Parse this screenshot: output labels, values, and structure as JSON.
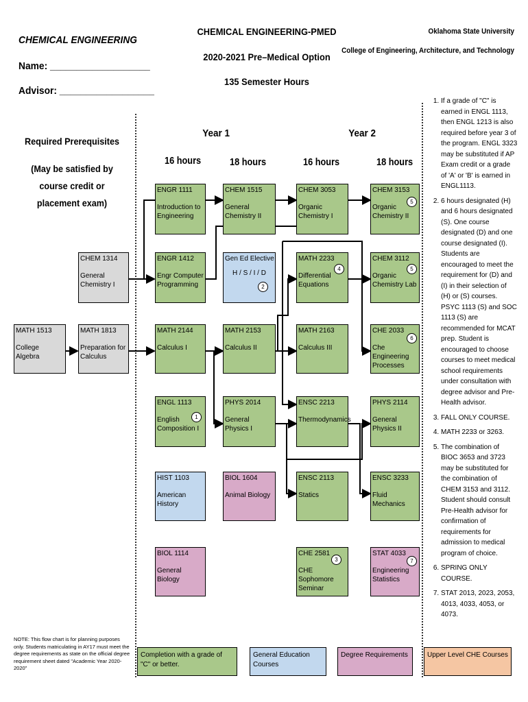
{
  "header": {
    "left_title": "CHEMICAL ENGINEERING",
    "name_label": "Name: ___________________",
    "advisor_label": "Advisor: __________________",
    "center_lines": [
      "CHEMICAL ENGINEERING-PMED",
      "2020-2021 Pre–Medical Option",
      "135 Semester Hours"
    ],
    "university": "Oklahoma State University",
    "college": "College of Engineering, Architecture, and Technology"
  },
  "prereq": {
    "title": "Required Prerequisites",
    "subtitle": "(May be satisfied by course credit or placement exam)"
  },
  "years": {
    "y1": "Year 1",
    "y2": "Year 2"
  },
  "hours": [
    "16 hours",
    "18 hours",
    "16 hours",
    "18 hours"
  ],
  "courses": {
    "math1513": {
      "code": "MATH 1513",
      "title": "College Algebra"
    },
    "chem1314": {
      "code": "CHEM 1314",
      "title": "General\nChemistry I"
    },
    "math1813": {
      "code": "MATH 1813",
      "title": "Preparation for\nCalculus"
    },
    "engr1111": {
      "code": "ENGR 1111",
      "title": "Introduction to\nEngineering"
    },
    "engr1412": {
      "code": "ENGR 1412",
      "title": "Engr Computer\nProgramming"
    },
    "math2144": {
      "code": "MATH 2144",
      "title": "Calculus I"
    },
    "engl1113": {
      "code": "ENGL 1113",
      "title": "English\nComposition I"
    },
    "hist1103": {
      "code": "HIST 1103",
      "title": "American History"
    },
    "biol1114": {
      "code": "BIOL 1114",
      "title": "General Biology"
    },
    "chem1515": {
      "code": "CHEM 1515",
      "title": "General\nChemistry II"
    },
    "gened": {
      "code": "Gen Ed Elective",
      "title": "H / S / I / D"
    },
    "math2153": {
      "code": "MATH 2153",
      "title": "Calculus II"
    },
    "phys2014": {
      "code": "PHYS 2014",
      "title": "General Physics I"
    },
    "biol1604": {
      "code": "BIOL 1604",
      "title": "Animal Biology"
    },
    "chem3053": {
      "code": "CHEM 3053",
      "title": "Organic\nChemistry I"
    },
    "math2233": {
      "code": "MATH 2233",
      "title": "Differential\nEquations"
    },
    "math2163": {
      "code": "MATH 2163",
      "title": "Calculus III"
    },
    "ensc2213": {
      "code": "ENSC 2213",
      "title": "Thermodynamics"
    },
    "ensc2113": {
      "code": "ENSC 2113",
      "title": "Statics"
    },
    "che2581": {
      "code": "CHE 2581",
      "title": "CHE Sophomore\nSeminar"
    },
    "chem3153": {
      "code": "CHEM 3153",
      "title": "Organic\nChemistry II"
    },
    "chem3112": {
      "code": "CHEM 3112",
      "title": "Organic\nChemistry Lab"
    },
    "che2033": {
      "code": "CHE 2033",
      "title": "Che Engineering\nProcesses"
    },
    "phys2114": {
      "code": "PHYS 2114",
      "title": "General\nPhysics II"
    },
    "ensc3233": {
      "code": "ENSC 3233",
      "title": "Fluid Mechanics"
    },
    "stat4033": {
      "code": "STAT 4033",
      "title": "Engineering\nStatistics"
    }
  },
  "badges": {
    "engl1113": "1",
    "gened": "2",
    "che2581": "3",
    "math2233": "4",
    "chem3153": "5",
    "chem3112": "5",
    "che2033": "6",
    "stat4033": "7"
  },
  "notes": [
    "If a grade of \"C\" is earned in ENGL 1113, then ENGL 1213 is also required before year 3 of the program.  ENGL 3323 may be substituted if AP Exam credit or a grade of  'A' or 'B' is earned in ENGL1113.",
    "6 hours designated (H) and 6 hours designated (S).  One course designated (D) and one course designated (I).  Students are encouraged to meet the requirement for (D) and (I) in their selection of (H) or (S) courses. PSYC 1113 (S) and SOC 1113 (S) are recommended for MCAT prep.  Student is encouraged to choose courses to meet medical school requirements under consultation with degree advisor and Pre-Health advisor.",
    "FALL ONLY COURSE.",
    "MATH 2233 or 3263.",
    "The combination of BIOC 3653 and 3723 may be substituted for the combination of CHEM 3153 and 3112.  Student should consult Pre-Health advisor for confirmation of requirements for admission to medical program of choice.",
    "SPRING ONLY COURSE.",
    "STAT 2013, 2023, 2053, 4013, 4033, 4053, or 4073."
  ],
  "footnote": "NOTE: This flow chart is for planning purposes only.  Students matriculating in AY17 must meet the degree requirements as state on the official degree requirement sheet dated \"Academic Year 2020-2020\"",
  "legend": {
    "green": "Completion with a grade of \"C\" or better.",
    "blue": "General Education Courses",
    "pink": "Degree Requirements",
    "orange": "Upper Level CHE Courses"
  },
  "colors": {
    "green": "#a9c88a",
    "gray": "#d9d9d9",
    "blue": "#c2d8ee",
    "pink": "#d8aac8",
    "orange": "#f5c6a3"
  }
}
